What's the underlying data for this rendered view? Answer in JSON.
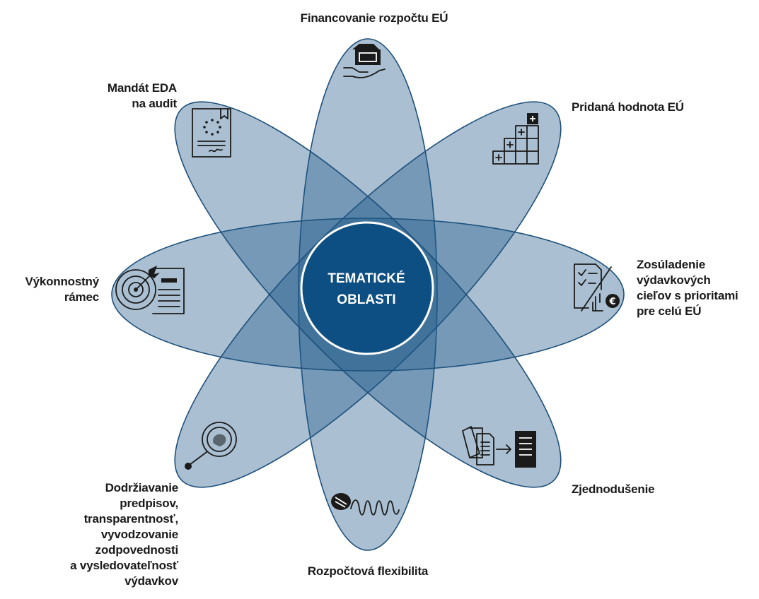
{
  "center": {
    "text": "TEMATICKÉ\nOBLASTI"
  },
  "topics": {
    "top": {
      "label": "Financovanie rozpočtu EÚ",
      "icon": "money-hand-icon"
    },
    "upper_right": {
      "label": "Pridaná hodnota EÚ",
      "icon": "stairs-plus-icon"
    },
    "right": {
      "label": "Zosúladenie\nvýdavkových\ncieľov s prioritami\npre celú EÚ",
      "icon": "checklist-euro-icon"
    },
    "lower_right": {
      "label": "Zjednodušenie",
      "icon": "documents-simplify-icon"
    },
    "bottom": {
      "label": "Rozpočtová flexibilita",
      "icon": "money-spring-icon"
    },
    "lower_left": {
      "label": "Dodržiavanie\npredpisov,\ntransparentnosť,\nvyvodzovanie\nzodpovednosti\na vysledovateľnosť\nvýdavkov",
      "icon": "magnifier-icon"
    },
    "left": {
      "label": "Výkonnostný\nrámec",
      "icon": "target-document-icon"
    },
    "upper_left": {
      "label": "Mandát EDA\nna audit",
      "icon": "certificate-icon"
    }
  },
  "colors": {
    "petal": "#1f5a8a",
    "petal_stroke": "#1e4f7a",
    "center": "#0d4f82",
    "text": "#1a1a1a"
  }
}
